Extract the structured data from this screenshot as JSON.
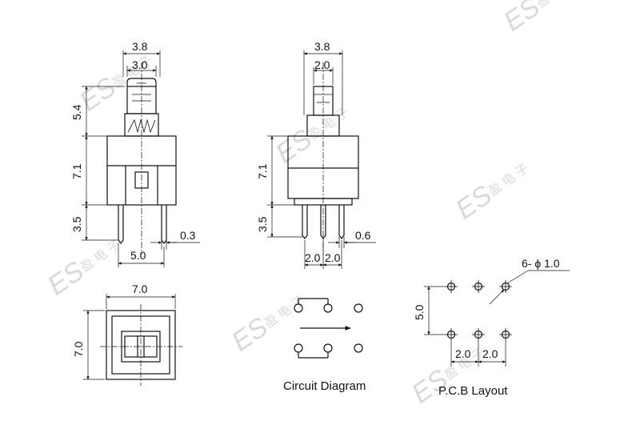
{
  "side_view_left": {
    "dim_top_outer": "3.8",
    "dim_top_inner": "3.0",
    "dim_stem_height": "5.4",
    "dim_body_height": "7.1",
    "dim_pin_height": "3.5",
    "dim_pin_width": "0.3",
    "dim_pin_spacing": "5.0"
  },
  "side_view_right": {
    "dim_top_outer": "3.8",
    "dim_top_inner": "2.0",
    "dim_body_height": "7.1",
    "dim_pin_height": "3.5",
    "dim_pin_width": "0.6",
    "dim_pitch_1": "2.0",
    "dim_pitch_2": "2.0"
  },
  "top_view": {
    "dim_width": "7.0",
    "dim_height": "7.0"
  },
  "circuit": {
    "caption": "Circuit Diagram"
  },
  "pcb": {
    "caption": "P.C.B Layout",
    "hole_label": "6- ϕ 1.0",
    "dim_row_spacing": "5.0",
    "dim_pitch_1": "2.0",
    "dim_pitch_2": "2.0"
  },
  "watermark": {
    "logo": "ES",
    "chinese": "盈 电 子"
  }
}
